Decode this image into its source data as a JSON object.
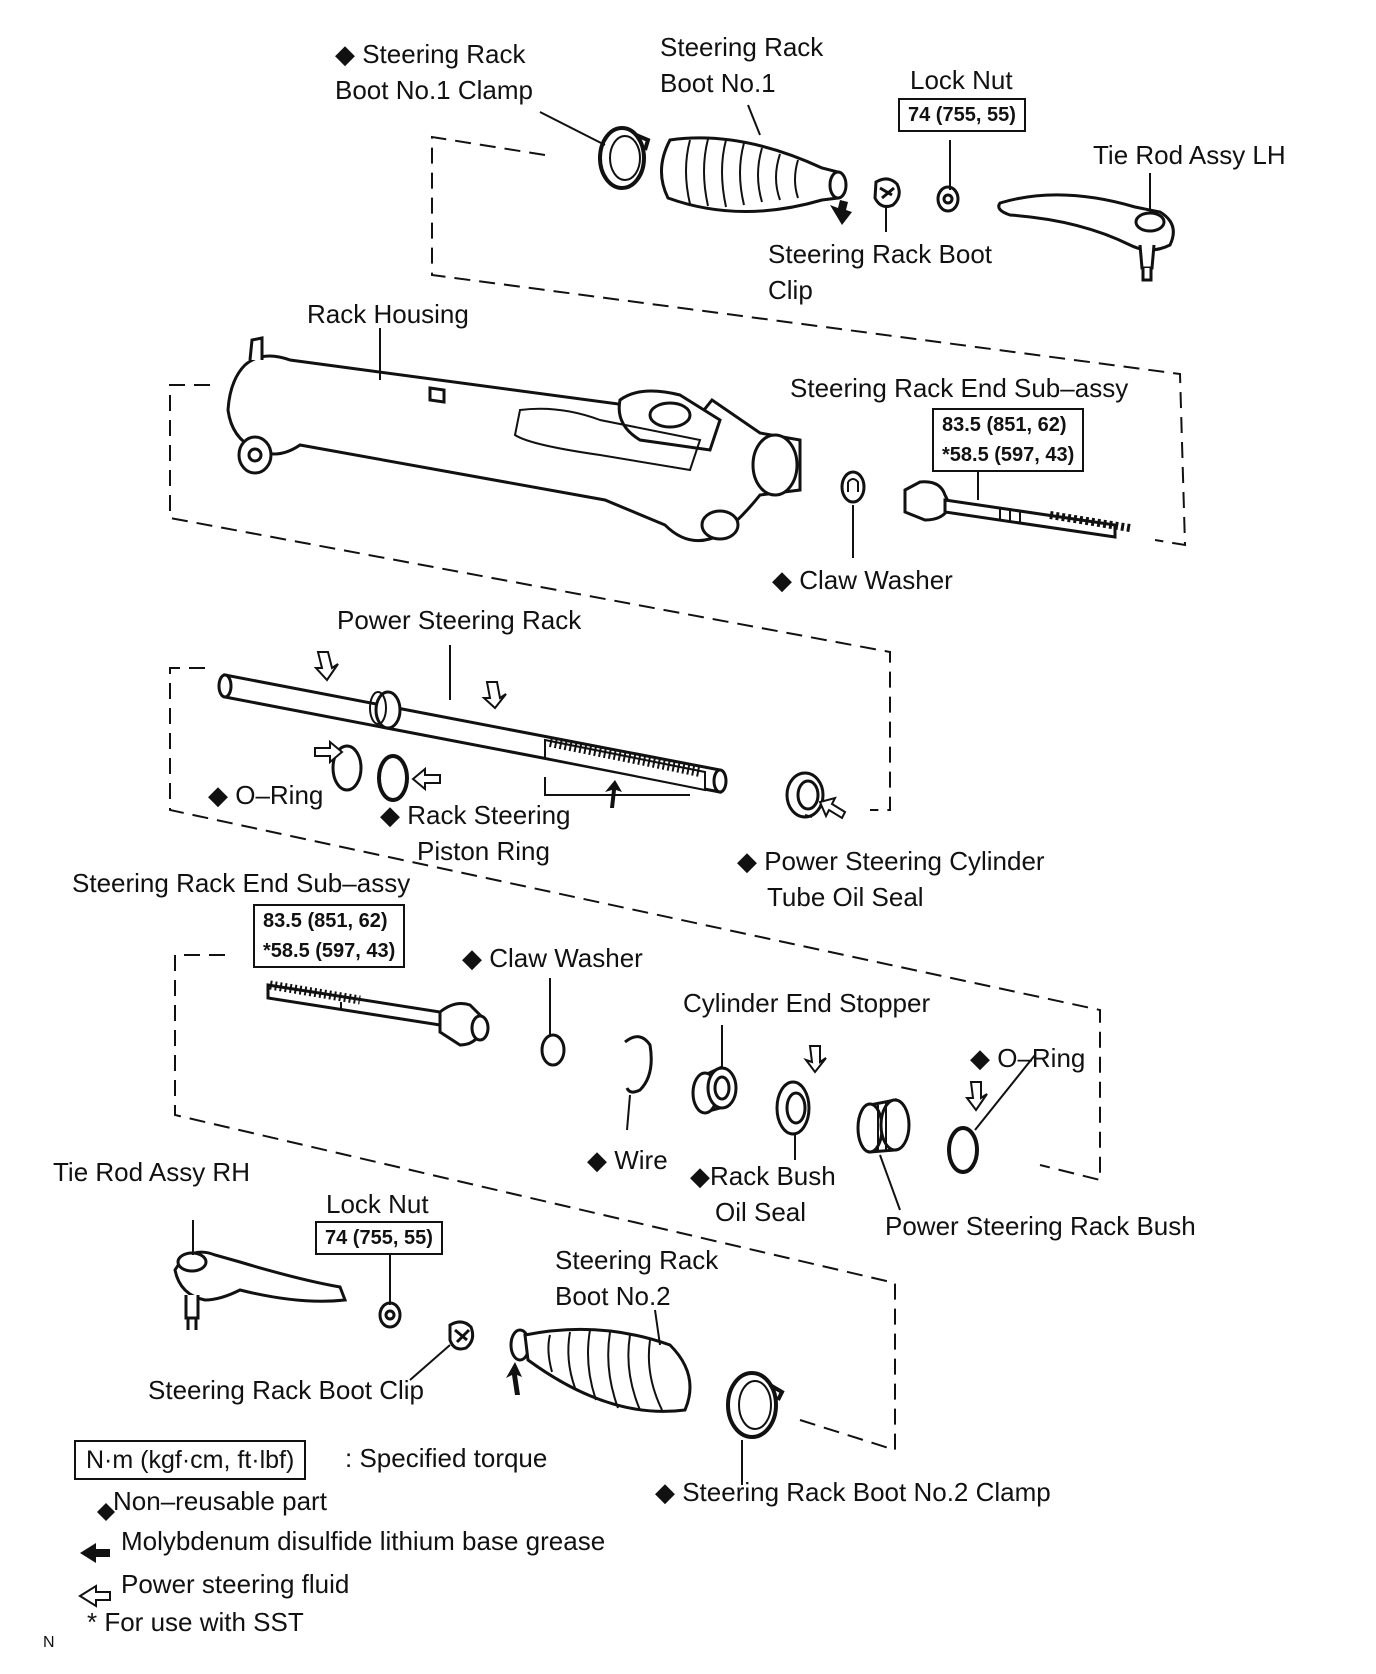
{
  "labels": {
    "boot1_clamp": [
      "◆ Steering Rack",
      "Boot No.1 Clamp"
    ],
    "boot1": [
      "Steering Rack",
      "Boot No.1"
    ],
    "lock_nut_lh": "Lock Nut",
    "lock_nut_lh_torque": "74 (755, 55)",
    "tie_rod_lh": "Tie Rod Assy LH",
    "boot_clip_lh": [
      "Steering Rack Boot",
      "Clip"
    ],
    "rack_housing": "Rack Housing",
    "rack_end_lh": "Steering Rack End Sub–assy",
    "rack_end_lh_torque": [
      "83.5 (851, 62)",
      "*58.5 (597, 43)"
    ],
    "claw_washer_lh": "◆ Claw Washer",
    "power_steering_rack": "Power Steering Rack",
    "o_ring_1": "◆ O–Ring",
    "piston_ring": [
      "◆ Rack Steering",
      "Piston Ring"
    ],
    "cyl_tube_oil_seal": [
      "◆ Power Steering Cylinder",
      "Tube Oil Seal"
    ],
    "rack_end_rh": "Steering Rack End Sub–assy",
    "rack_end_rh_torque": [
      "83.5 (851, 62)",
      "*58.5 (597, 43)"
    ],
    "claw_washer_rh": "◆ Claw Washer",
    "cyl_end_stopper": "Cylinder End Stopper",
    "o_ring_2": "◆ O–Ring",
    "wire": "◆ Wire",
    "rack_bush_oil_seal": [
      "◆Rack Bush",
      "Oil Seal"
    ],
    "rack_bush": "Power Steering Rack Bush",
    "tie_rod_rh": "Tie Rod Assy RH",
    "lock_nut_rh": "Lock Nut",
    "lock_nut_rh_torque": "74 (755, 55)",
    "boot2": [
      "Steering Rack",
      "Boot No.2"
    ],
    "boot_clip_rh": "Steering Rack Boot Clip",
    "boot2_clamp": "◆ Steering Rack Boot No.2 Clamp"
  },
  "legend": {
    "torque_box": "N·m (kgf·cm, ft·lbf)",
    "torque_text": ": Specified torque",
    "non_reusable": "Non–reusable part",
    "moly_grease": "Molybdenum disulfide lithium base grease",
    "ps_fluid": "Power steering fluid",
    "sst": "* For use with SST"
  },
  "corner_mark": "N"
}
